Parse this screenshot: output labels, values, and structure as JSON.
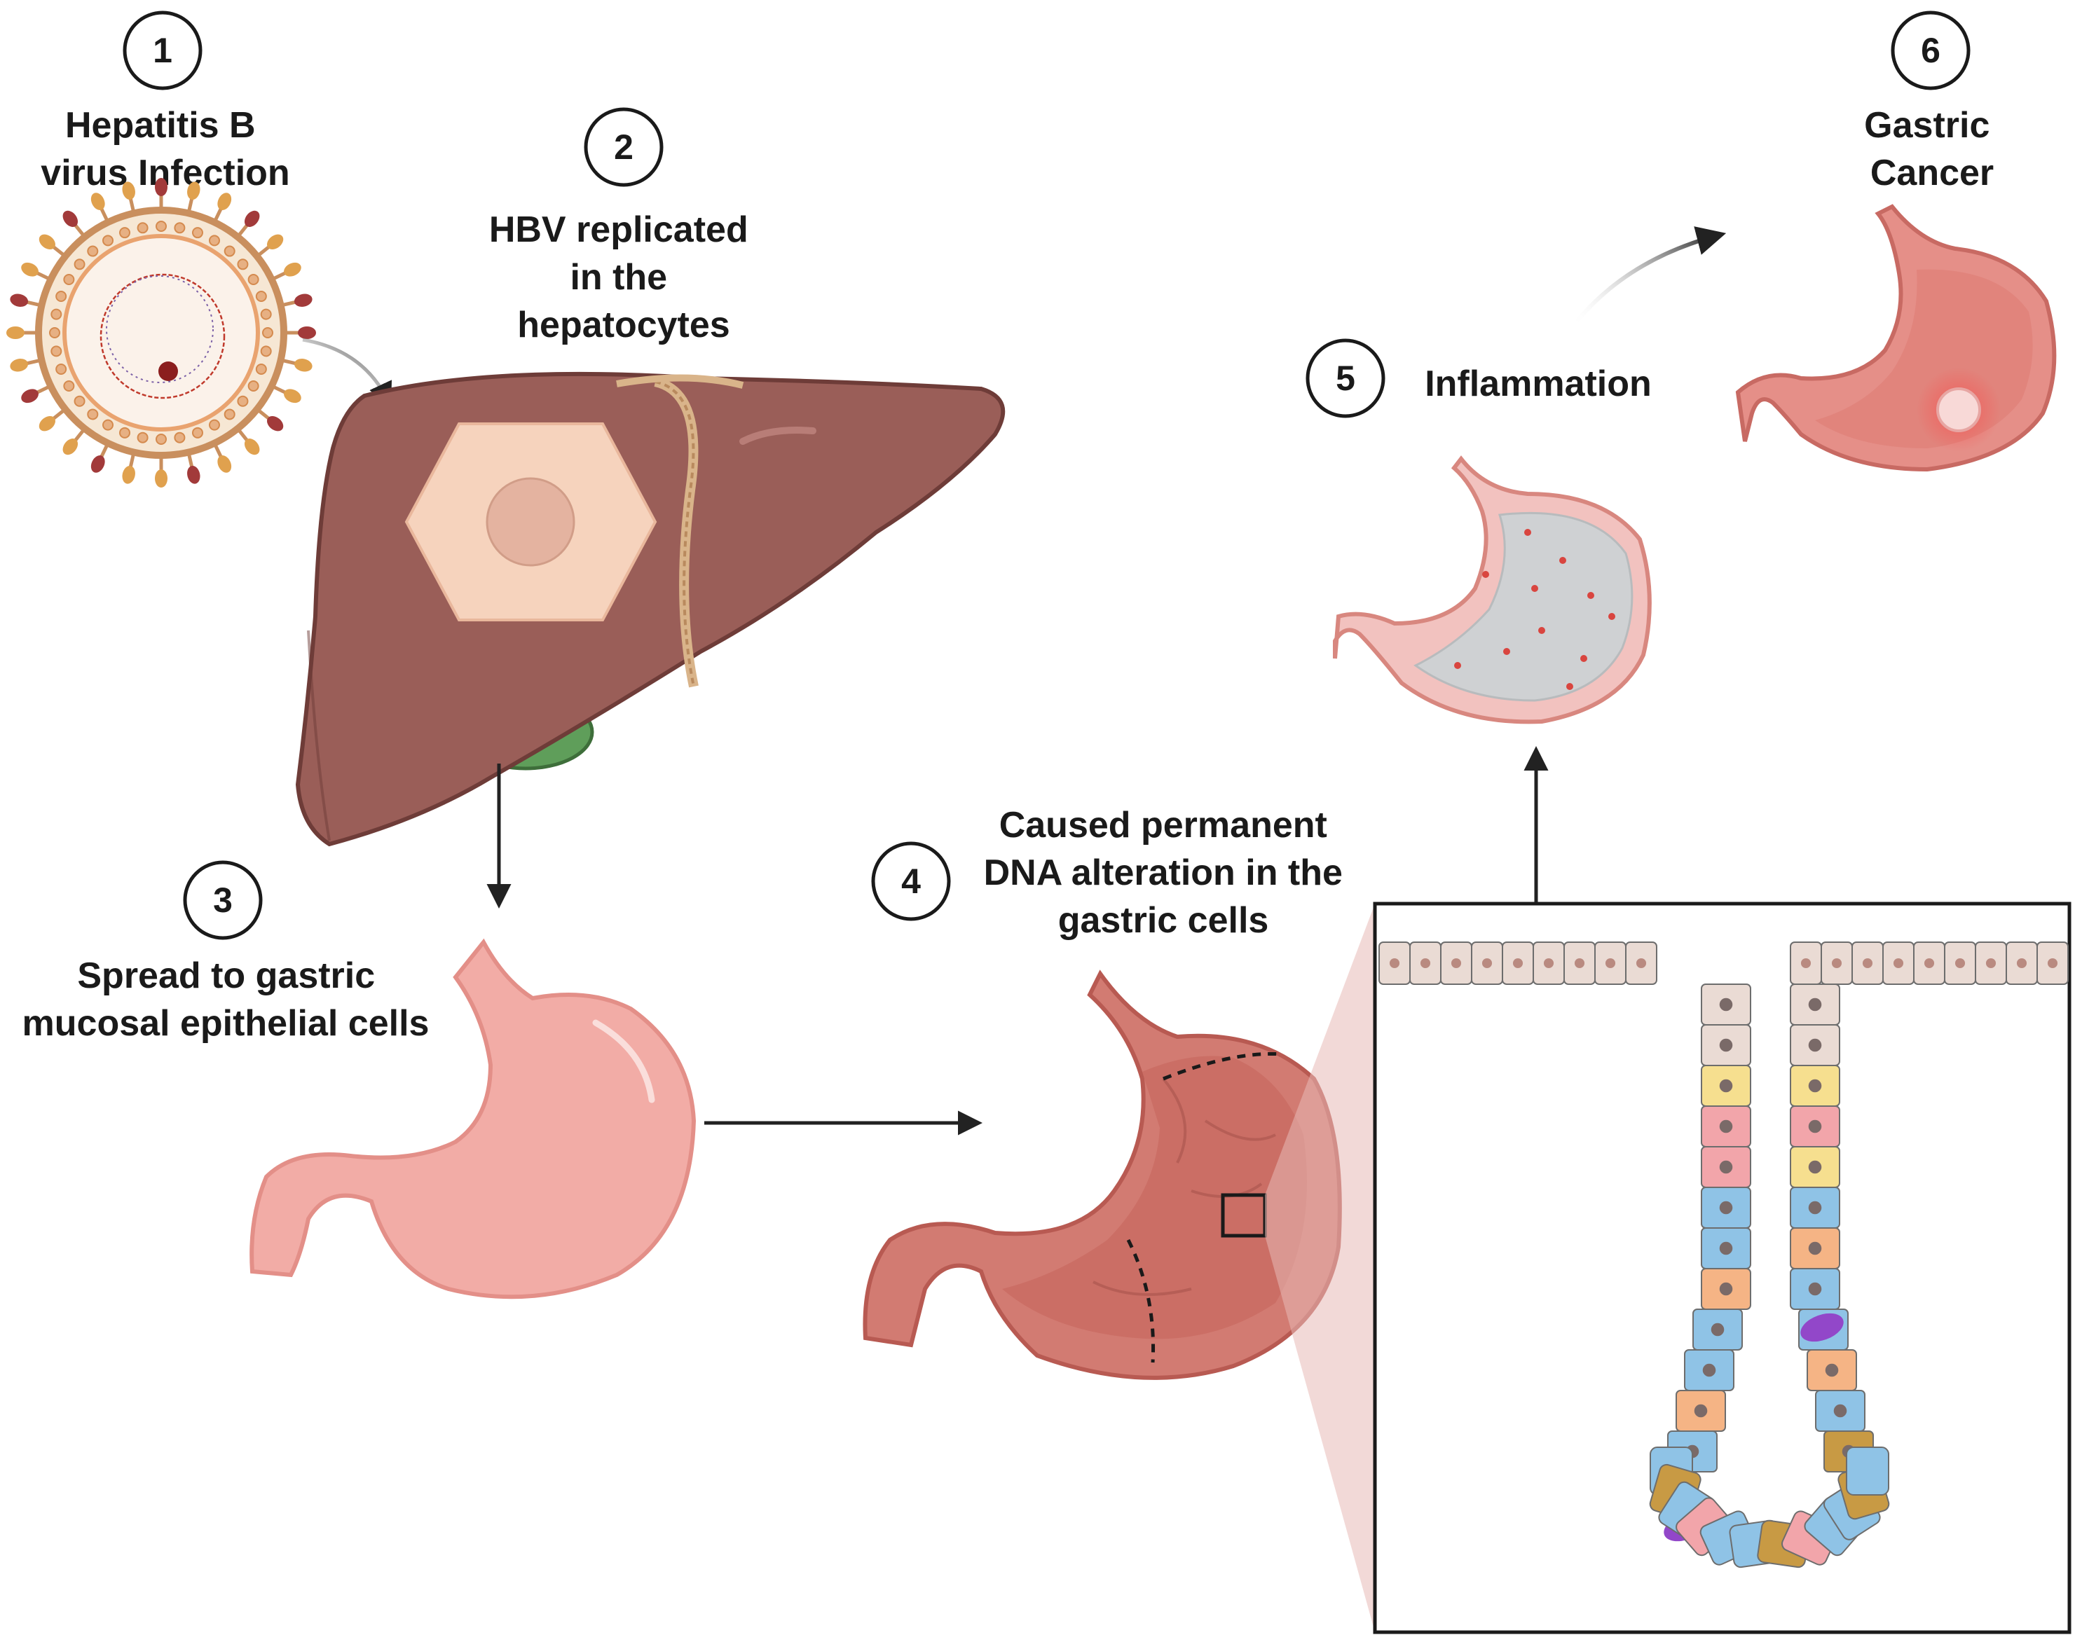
{
  "steps": [
    {
      "number": "1",
      "lines": [
        "Hepatitis B",
        "virus Infection"
      ]
    },
    {
      "number": "2",
      "lines": [
        "HBV replicated",
        "in the",
        "hepatocytes"
      ]
    },
    {
      "number": "3",
      "lines": [
        "Spread to gastric",
        "mucosal epithelial cells"
      ]
    },
    {
      "number": "4",
      "lines": [
        "Caused permanent",
        "DNA alteration in the",
        "gastric cells"
      ]
    },
    {
      "number": "5",
      "lines": [
        "Inflammation"
      ]
    },
    {
      "number": "6",
      "lines": [
        "Gastric",
        "Cancer"
      ]
    }
  ],
  "colors": {
    "liver": "#9a5e58",
    "liver_dark": "#6e3c38",
    "hepatocyte": "#f6d3bd",
    "gallbladder": "#5f9e5a",
    "stomach_healthy": "#f2aca6",
    "stomach_altered": "#d27b72",
    "stomach_inflamed_inner": "#cfd1d3",
    "stomach_cancer": "#e58f88",
    "tumor": "#f8d9d7",
    "virus_capsid": "#e7b083",
    "virus_spike": "#a23a3a",
    "cell_beige": "#eadbd4",
    "cell_yellow": "#f6df8f",
    "cell_pink": "#f2a5aa",
    "cell_blue": "#8fc3e6",
    "cell_orange": "#f5b485",
    "cell_brown": "#c89a44",
    "cell_purple": "#9247c9",
    "arrow": "#222222"
  }
}
